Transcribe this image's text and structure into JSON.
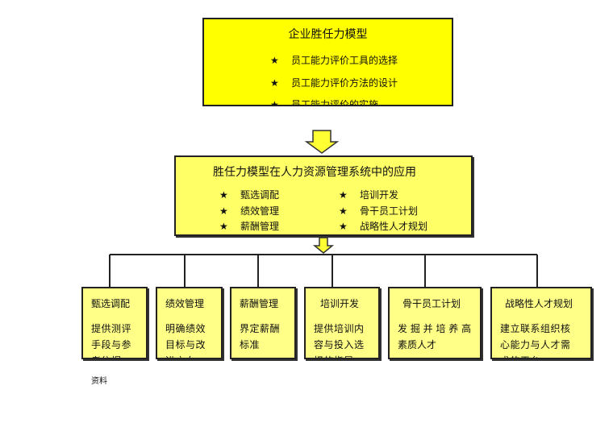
{
  "top": {
    "title": "企业胜任力模型",
    "items": [
      "员工能力评价工具的选择",
      "员工能力评价方法的设计",
      "员工能力评价的实施"
    ]
  },
  "middle": {
    "title": "胜任力模型在人力资源管理系统中的应用",
    "left_items": [
      "甄选调配",
      "绩效管理",
      "薪酬管理"
    ],
    "right_items": [
      "培训开发",
      "骨干员工计划",
      "战略性人才规划"
    ]
  },
  "star_glyph": "★",
  "leaves": [
    {
      "title": "甄选调配",
      "body": "提供测评\n手段与参\n考依据"
    },
    {
      "title": "绩效管理",
      "body": "明确绩效\n目标与改\n进方向"
    },
    {
      "title": "薪酬管理",
      "body": "界定薪酬\n标准"
    },
    {
      "title": "培训开发",
      "body": "提供培训内\n容与投入选\n择的指导"
    },
    {
      "title": "骨干员工计划",
      "body": "发 掘 并 培 养 高\n素质人才"
    },
    {
      "title": "战略性人才规划",
      "body": "建立联系组织核\n心能力与人才需\n求的平台"
    }
  ],
  "footnote": "资料",
  "colors": {
    "top_fill": "#ffff00",
    "mid_fill": "#ffff66",
    "leaf_fill": "#ffff88",
    "arrow_fill": "#ffff33"
  }
}
